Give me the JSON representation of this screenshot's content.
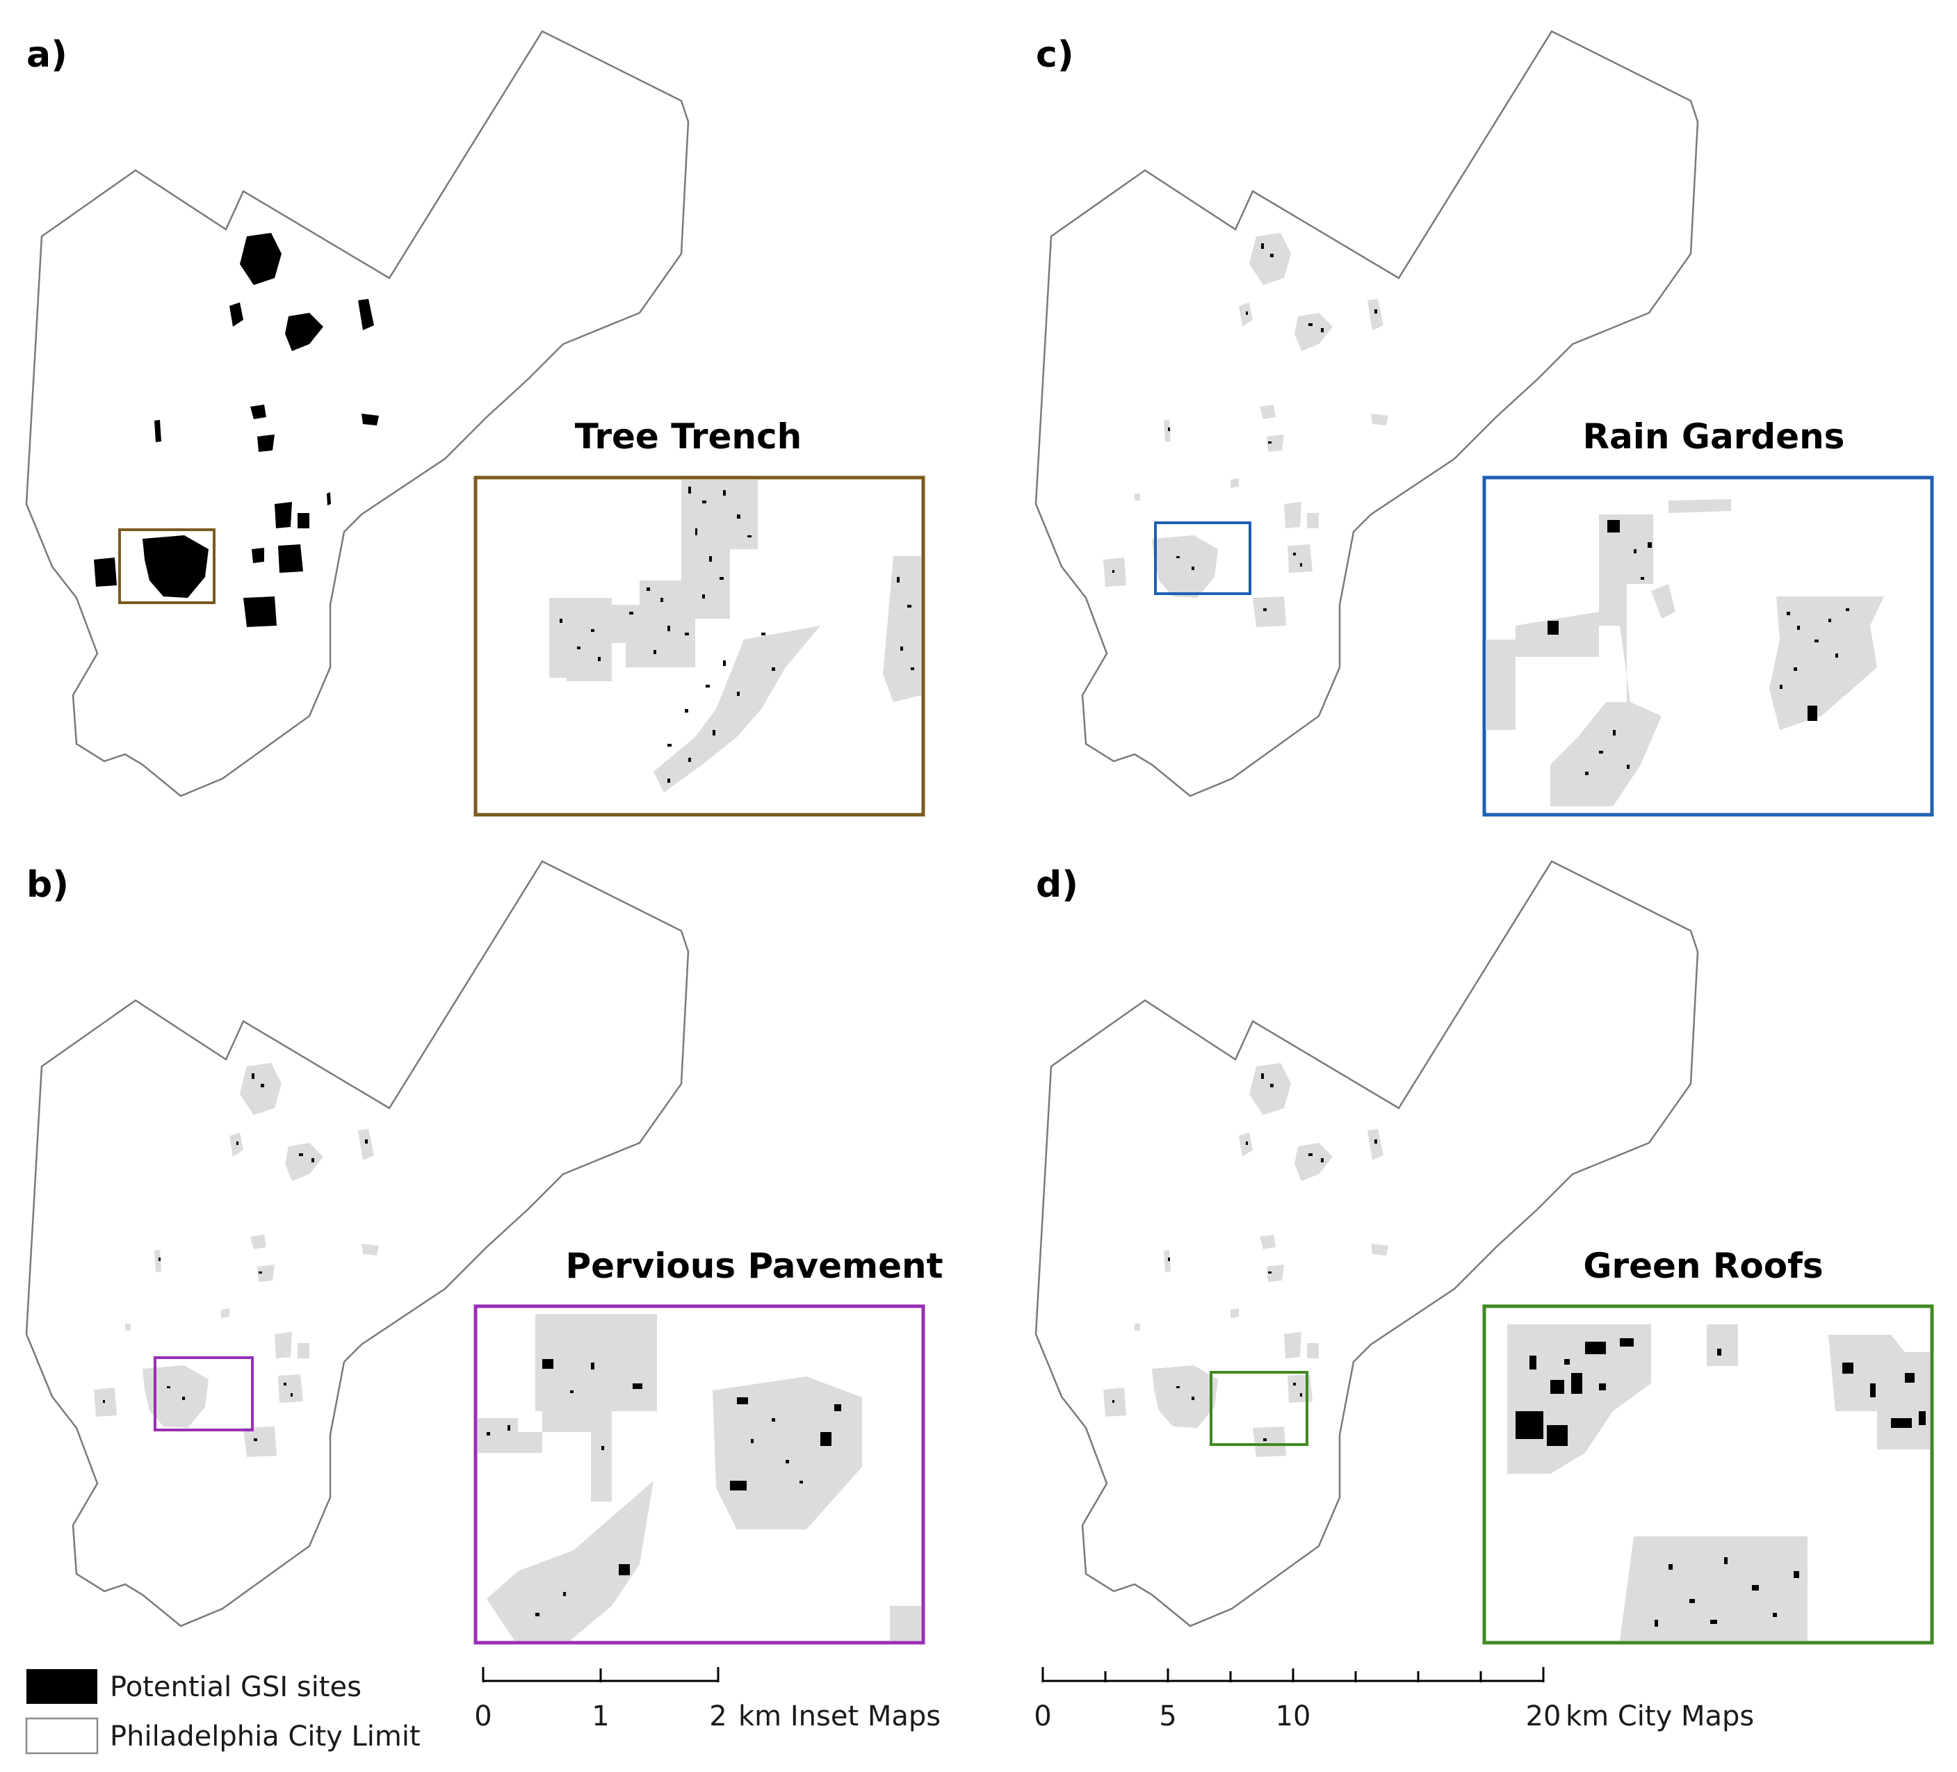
{
  "panels": [
    {
      "label": "a)",
      "title": "Tree Trench",
      "color": "#7a5a1e",
      "sites": "black"
    },
    {
      "label": "b)",
      "title": "Pervious Pavement",
      "color": "#9a2fb5",
      "sites": "grey"
    },
    {
      "label": "c)",
      "title": "Rain Gardens",
      "color": "#1f5fb4",
      "sites": "grey"
    },
    {
      "label": "d)",
      "title": "Green Roofs",
      "color": "#3f8a22",
      "sites": "grey"
    }
  ],
  "legend": {
    "sites_label": "Potential GSI sites",
    "sites_color": "#000000",
    "city_label": "Philadelphia City Limit"
  },
  "scale_inset": {
    "ticks": [
      "0",
      "1",
      "2"
    ],
    "unit_label": "km Inset Maps"
  },
  "scale_city": {
    "ticks": [
      "0",
      "5",
      "10",
      "20"
    ],
    "unit_label": "km City Maps"
  },
  "colors": {
    "city_outline": "#7a7a7a",
    "gsi_site": "#000000",
    "candidate_area": "#dcdcdc"
  }
}
